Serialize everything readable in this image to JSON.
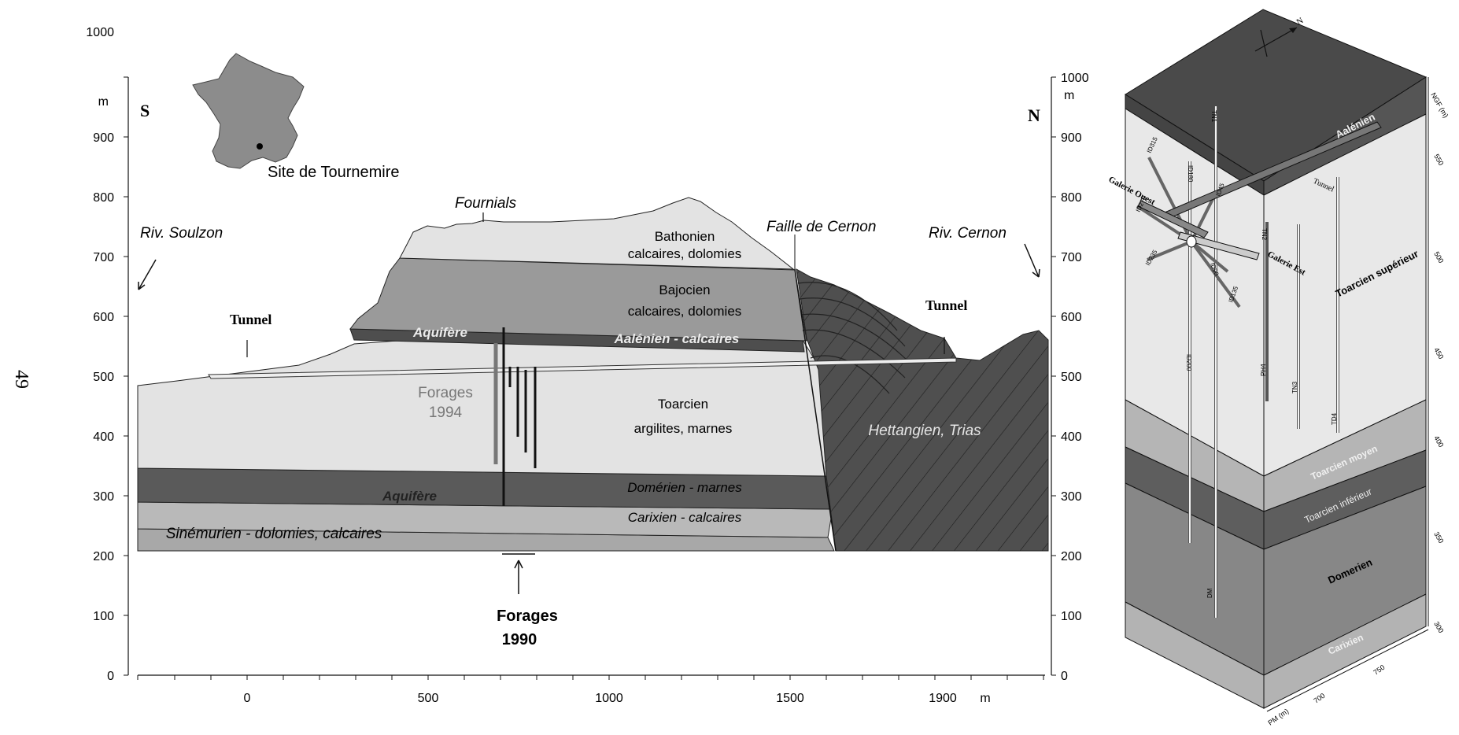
{
  "page_number": "49",
  "section": {
    "left_axis": {
      "unit": "m",
      "ticks": [
        "0",
        "100",
        "200",
        "300",
        "400",
        "500",
        "600",
        "700",
        "800",
        "900",
        "1000"
      ]
    },
    "right_axis": {
      "unit": "m",
      "ticks": [
        "0",
        "100",
        "200",
        "300",
        "400",
        "500",
        "600",
        "700",
        "800",
        "900",
        "1000"
      ]
    },
    "bottom_axis": {
      "unit": "m",
      "ticks": [
        "0",
        "500",
        "1000",
        "1500",
        "1900"
      ]
    },
    "orientation": {
      "south": "S",
      "north": "N"
    },
    "inset_map": {
      "caption": "Site de Tournemire",
      "country": "France"
    },
    "labels": {
      "fournials": "Fournials",
      "faille": "Faille de Cernon",
      "riv_soulzon": "Riv. Soulzon",
      "riv_cernon": "Riv. Cernon",
      "tunnel_left": "Tunnel",
      "tunnel_right": "Tunnel",
      "forages_1994_line1": "Forages",
      "forages_1994_line2": "1994",
      "forages_1990_line1": "Forages",
      "forages_1990_line2": "1990",
      "aquifere_upper": "Aquifère",
      "aquifere_lower": "Aquifère"
    },
    "layers": [
      {
        "id": "bathonien",
        "line1": "Bathonien",
        "line2": "calcaires, dolomies"
      },
      {
        "id": "bajocien",
        "line1": "Bajocien",
        "line2": "calcaires, dolomies"
      },
      {
        "id": "aalenien",
        "line1": "Aalénien - calcaires"
      },
      {
        "id": "toarcien",
        "line1": "Toarcien",
        "line2": "argilites, marnes"
      },
      {
        "id": "domerien",
        "line1": "Domérien - marnes"
      },
      {
        "id": "carixien",
        "line1": "Carixien - calcaires"
      },
      {
        "id": "sinemurien",
        "line1": "Sinémurien - dolomies, calcaires"
      },
      {
        "id": "hettangien",
        "line1": "Hettangien, Trias"
      }
    ],
    "colors": {
      "light": "#e3e3e3",
      "mid": "#9a9a9a",
      "dark": "#555555",
      "carixien": "#b9b9b9",
      "hettangien": "#4f4f4f"
    }
  },
  "block": {
    "north_label": "N",
    "elevation_axis": {
      "title": "NGF (m)",
      "ticks": [
        "550",
        "500",
        "450",
        "400",
        "350",
        "300"
      ]
    },
    "pm_axis": {
      "title": "PM (m)",
      "ticks": [
        "750",
        "700"
      ]
    },
    "layers": [
      {
        "id": "aalenien",
        "label": "Aalénien"
      },
      {
        "id": "toarcien_sup",
        "label": "Toarcien supérieur"
      },
      {
        "id": "toarcien_moyen",
        "label": "Toarcien moyen"
      },
      {
        "id": "toarcien_inf",
        "label": "Toarcien inférieur"
      },
      {
        "id": "domerien",
        "label": "Domerien"
      },
      {
        "id": "carixien",
        "label": "Carixien"
      }
    ],
    "galleries": {
      "ouest": "Galerie Ouest",
      "est": "Galerie Est",
      "tunnel": "Tunnel"
    },
    "boreholes": [
      "TN1",
      "ID180",
      "ID270",
      "ID235",
      "ID90",
      "ID315",
      "ID45",
      "ID135",
      "TN2",
      "TN3",
      "TD4",
      "ID200",
      "DM",
      "PH4"
    ]
  }
}
